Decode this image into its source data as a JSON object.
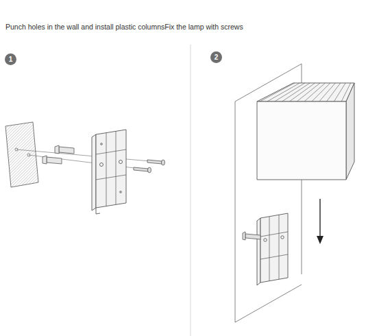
{
  "diagram": {
    "title": "Punch holes in the wall and install plastic columnsFix the lamp with screws",
    "nodes": [
      {
        "text": [
          "1"
        ]
      },
      {
        "text": [
          "2"
        ]
      }
    ]
  }
}
